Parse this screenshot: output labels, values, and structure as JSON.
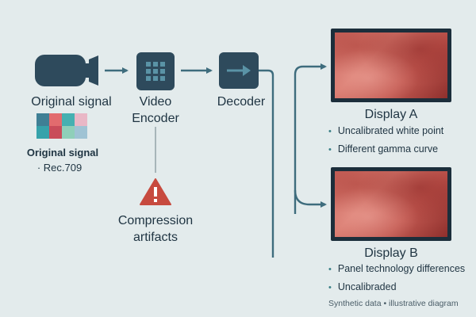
{
  "stages": {
    "original": {
      "label": "Original signal",
      "sub_label": "Original signal",
      "sub_note": "· Rec.709"
    },
    "encoder": {
      "label": "Video\nEncoder"
    },
    "decoder": {
      "label": "Decoder"
    },
    "artifacts": {
      "label": "Compression\nartifacts"
    }
  },
  "displays": {
    "a": {
      "title": "Display A",
      "notes": [
        "Uncalibrated white point",
        "Different gamma curve"
      ]
    },
    "b": {
      "title": "Display B",
      "notes": [
        "Panel technology differences",
        "Uncalibraded"
      ]
    }
  },
  "footer": "Synthetic data • illustrative diagram",
  "icons": {
    "camera": "video-camera-icon",
    "encoder": "grid-icon",
    "decoder": "play-arrow-icon",
    "warning": "warning-triangle-icon"
  },
  "colors": {
    "background": "#e3ebec",
    "icon_fill": "#2e4a5c",
    "connector": "#3e6c7d",
    "warning": "#c74a3f"
  }
}
